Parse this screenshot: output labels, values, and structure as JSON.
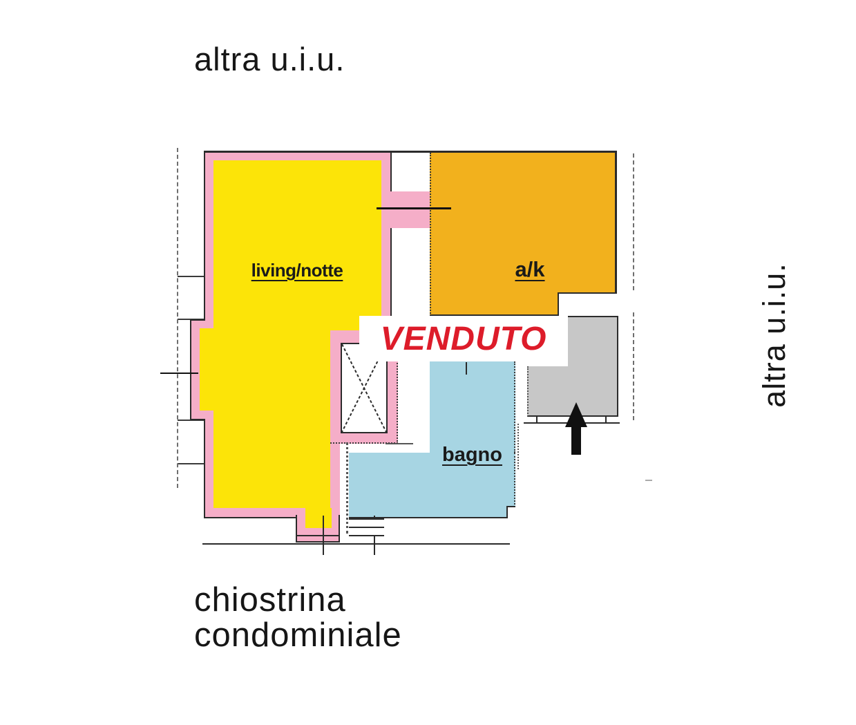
{
  "labels": {
    "adjacent_unit_top": "altra u.i.u.",
    "adjacent_unit_right": "altra u.i.u.",
    "courtyard_line1": "chiostrina",
    "courtyard_line2": "condominiale",
    "room_living": "living/notte",
    "room_kitchen": "a/k",
    "room_bathroom": "bagno",
    "sold_banner": "VENDUTO"
  },
  "colors": {
    "living_fill": "#fce408",
    "kitchen_fill": "#f2b11d",
    "wall_pink": "#f5aec8",
    "bathroom_fill": "#a7d5e3",
    "landing_fill": "#c7c7c7",
    "status_red": "#dd1c2a",
    "line_black": "#2b2b2b"
  }
}
